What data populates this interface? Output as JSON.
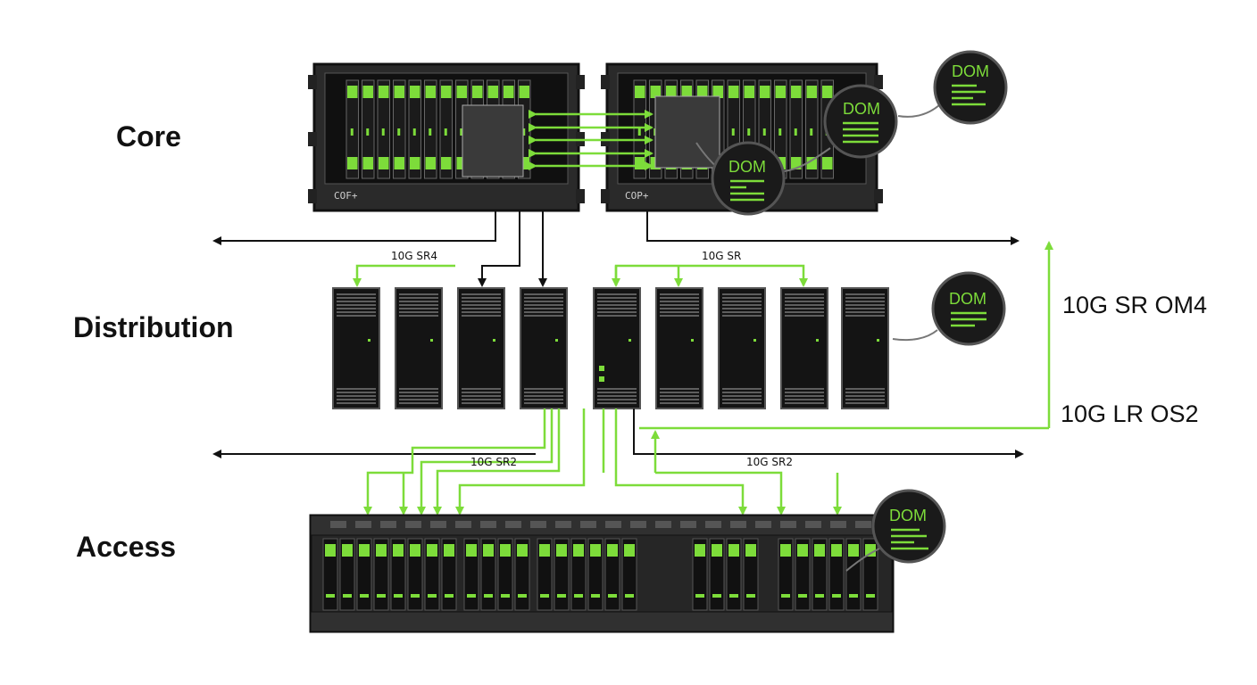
{
  "tiers": {
    "core": "Core",
    "distribution": "Distribution",
    "access": "Access"
  },
  "core_chassis": {
    "left_label": "COF+",
    "right_label": "COP+"
  },
  "links": {
    "core_to_dist_left": "10G SR4",
    "core_to_dist_right": "10G SR",
    "dist_to_access_left": "10G SR2",
    "dist_to_access_right": "10G SR2"
  },
  "legend": {
    "multimode": "10G SR OM4",
    "singlemode": "10G LR OS2"
  },
  "dom_badges": [
    {
      "text": "DOM"
    },
    {
      "text": "DOM"
    },
    {
      "text": "DOM"
    },
    {
      "text": "DOM"
    },
    {
      "text": "DOM"
    }
  ],
  "colors": {
    "fiber_green": "#7ddc3a",
    "chassis_dark": "#1c1c1c",
    "arrow_black": "#111111"
  }
}
